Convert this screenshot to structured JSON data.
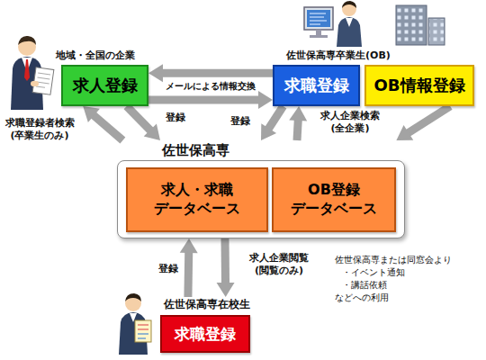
{
  "diagram": {
    "nodes": [
      {
        "text": [
          "求人登録"
        ]
      },
      {
        "text": [
          "求職登録"
        ]
      },
      {
        "text": [
          "OB情報登録"
        ]
      },
      {
        "text": [
          "佐世保高専"
        ]
      },
      {
        "text": [
          "求人・求職 データベース"
        ],
        "in": 3
      },
      {
        "text": [
          "OB登録 データベース"
        ],
        "in": 3
      },
      {
        "text": [
          "佐世保高専在校生",
          "求職登録"
        ]
      }
    ],
    "edges": [
      {
        "from": 1,
        "to": 0,
        "arrow": "to"
      },
      {
        "from": 0,
        "to": 1,
        "label": "メールによる情報交換",
        "arrow": "to"
      },
      {
        "from": 0,
        "to": 3,
        "label": "登録",
        "arrow": "to"
      },
      {
        "from": 3,
        "to": 0,
        "label": "求職登録者検索 (卒業生のみ)",
        "arrow": "to"
      },
      {
        "from": 1,
        "to": 3,
        "label": "登録",
        "arrow": "to"
      },
      {
        "from": 3,
        "to": 1,
        "label": "求人企業検索 (全企業)",
        "arrow": "to"
      },
      {
        "from": 2,
        "to": 3,
        "arrow": "to"
      },
      {
        "from": 6,
        "to": 3,
        "label": "登録",
        "arrow": "to"
      },
      {
        "from": 3,
        "to": 6,
        "label": "求人企業閲覧 (閲覧のみ)",
        "arrow": "to"
      }
    ],
    "labels": [
      "地域・全国の企業",
      "佐世保高専卒業生(OB)",
      "佐世保高専または同窓会より",
      "・イベント通知",
      "・講話依頼",
      "などへの利用"
    ]
  }
}
